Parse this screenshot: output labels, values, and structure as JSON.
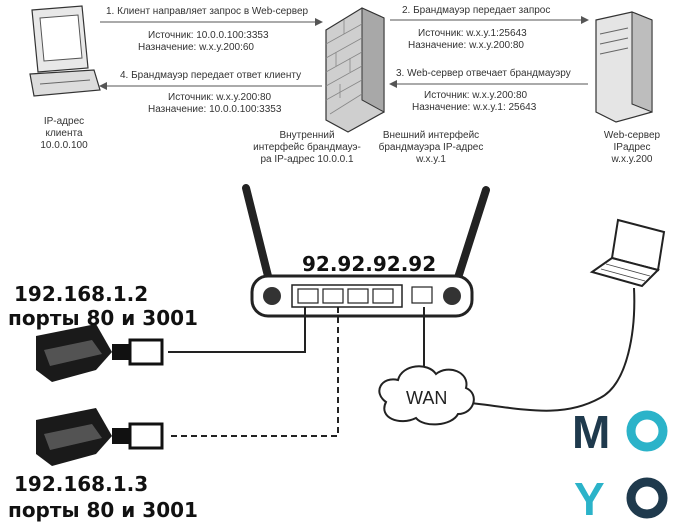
{
  "top": {
    "step1": "1. Клиент направляет запрос в Web-сервер",
    "step1_src": "Источник: 10.0.0.100:3353",
    "step1_dst": "Назначение: w.x.y.200:60",
    "step4": "4. Брандмауэр передает ответ клиенту",
    "step4_src": "Источник: w.x.y.200:80",
    "step4_dst": "Назначение: 10.0.0.100:3353",
    "step2": "2. Брандмауэр передает запрос",
    "step2_src": "Источник: w.x.y.1:25643",
    "step2_dst": "Назначение: w.x.y.200:80",
    "step3": "3. Web-сервер отвечает брандмауэру",
    "step3_src": "Источник: w.x.y.200:80",
    "step3_dst": "Назначение: w.x.y.1: 25643",
    "client_label": [
      "IP-адрес",
      "клиента",
      "10.0.0.100"
    ],
    "inner_label": [
      "Внутренний",
      "интерфейс брандмауэ-",
      "ра IP-адрес 10.0.0.1"
    ],
    "outer_label": [
      "Внешний интерфейс",
      "брандмауэра IP-адрес",
      "w.x.y.1"
    ],
    "server_label": [
      "Web-сервер",
      "IPадрес",
      "w.x.y.200"
    ]
  },
  "bottom": {
    "router_ip": "92.92.92.92",
    "cam1_ip": "192.168.1.2",
    "cam1_ports": "порты 80 и 3001",
    "cam2_ip": "192.168.1.3",
    "cam2_ports": "порты 80 и 3001",
    "wan": "WAN"
  },
  "logo": {
    "letters": [
      "M",
      "O",
      "Y",
      "O"
    ],
    "colors": {
      "dark": "#1f3a4d",
      "accent": "#2bb3c9"
    }
  },
  "icons": [
    "client-computer-icon",
    "firewall-wall-icon",
    "server-tower-icon",
    "router-icon",
    "laptop-icon",
    "camera-icon",
    "wan-cloud-icon"
  ]
}
